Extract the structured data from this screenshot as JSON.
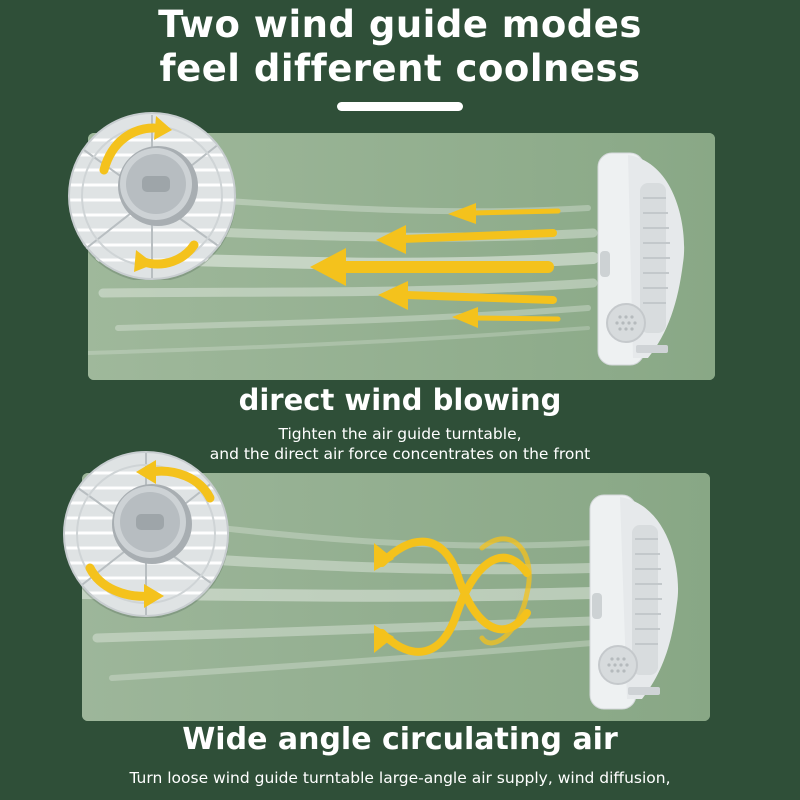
{
  "header": {
    "title_line1": "Two wind guide modes",
    "title_line2": "feel different coolness"
  },
  "modes": [
    {
      "heading": "direct wind blowing",
      "description_line1": "Tighten the air guide turntable,",
      "description_line2": "and the direct air force concentrates on the front"
    },
    {
      "heading": "Wide angle circulating air",
      "description_line1": "Turn loose wind guide turntable large-angle air supply, wind diffusion,"
    }
  ],
  "colors": {
    "background": "#2f4f38",
    "panel": "#8aa887",
    "arrow": "#f4c21c",
    "text": "#ffffff"
  }
}
